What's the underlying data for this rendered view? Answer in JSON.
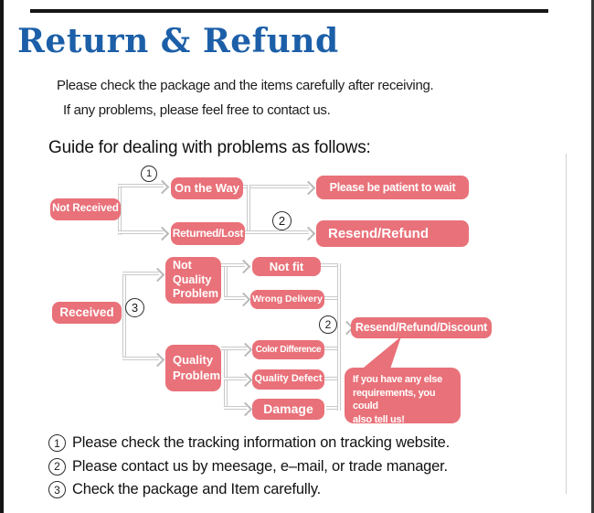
{
  "page": {
    "title": "Return & Refund",
    "intro_line1": "Please check the package and the items carefully after receiving.",
    "intro_line2": "If any problems, please feel free to contact us.",
    "guide_heading": "Guide for dealing with problems as follows:"
  },
  "colors": {
    "title_blue": "#1c5fa8",
    "box_pink": "#e97179",
    "connector_gray": "#c9c9c9"
  },
  "flowchart": {
    "nodes": {
      "not_received": "Not Received",
      "on_the_way": "On the Way",
      "returned_lost": "Returned/Lost",
      "please_be_patient": "Please be patient to wait",
      "resend_refund": "Resend/Refund",
      "received": "Received",
      "not_quality_problem": "Not\nQuality\nProblem",
      "not_fit": "Not fit",
      "wrong_delivery": "Wrong Delivery",
      "quality_problem": "Quality\nProblem",
      "color_difference": "Color Difference",
      "quality_defect": "Quality Defect",
      "damage": "Damage",
      "resend_refund_discount": "Resend/Refund/Discount",
      "bubble_note": "If you have any else\nrequirements, you could\nalso tell us!"
    },
    "markers": {
      "m1": "1",
      "m2_top": "2",
      "m3": "3",
      "m2_bottom": "2"
    },
    "edges": [
      {
        "from": "not_received",
        "to": "on_the_way",
        "marker": "1"
      },
      {
        "from": "not_received",
        "to": "returned_lost"
      },
      {
        "from": "on_the_way",
        "to": "please_be_patient"
      },
      {
        "from": "on_the_way",
        "to": "resend_refund"
      },
      {
        "from": "returned_lost",
        "to": "resend_refund",
        "marker": "2"
      },
      {
        "from": "received",
        "to": "not_quality_problem",
        "marker": "3"
      },
      {
        "from": "received",
        "to": "quality_problem"
      },
      {
        "from": "not_quality_problem",
        "to": "not_fit"
      },
      {
        "from": "not_quality_problem",
        "to": "wrong_delivery"
      },
      {
        "from": "quality_problem",
        "to": "color_difference"
      },
      {
        "from": "quality_problem",
        "to": "quality_defect"
      },
      {
        "from": "quality_problem",
        "to": "damage"
      },
      {
        "from": "not_fit, wrong_delivery, color_difference, quality_defect, damage",
        "to": "resend_refund_discount",
        "marker": "2"
      }
    ]
  },
  "footnotes": [
    {
      "num": "1",
      "text": "Please check the tracking information on tracking website."
    },
    {
      "num": "2",
      "text": "Please contact us by meesage, e–mail, or trade manager."
    },
    {
      "num": "3",
      "text": "Check the package and Item carefully."
    }
  ]
}
